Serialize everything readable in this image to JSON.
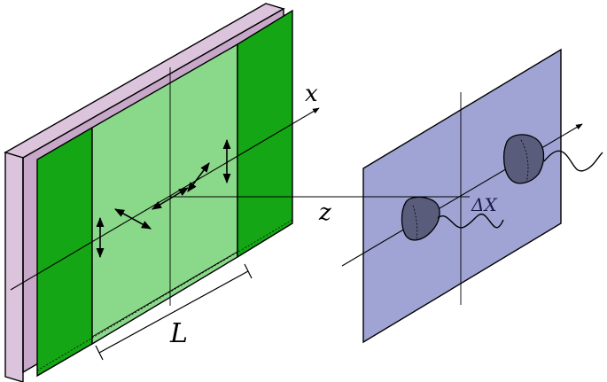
{
  "labels": {
    "x_axis": "x",
    "z_axis": "z",
    "length": "L",
    "separation": "ΔX"
  },
  "colors": {
    "substrate": "#dcc4dc",
    "substrate_side": "#c8a8c8",
    "dark_green": "#14a614",
    "light_green": "#8ad88a",
    "screen": "#a0a4d4",
    "blob": "#5a5c7c"
  }
}
